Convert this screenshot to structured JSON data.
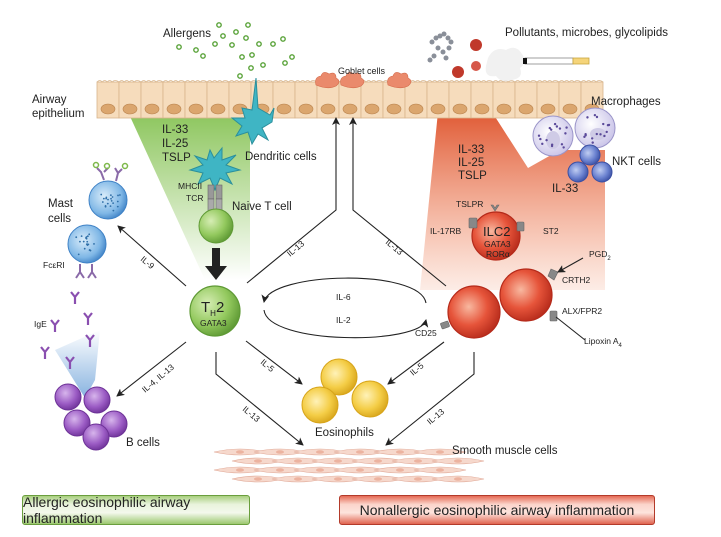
{
  "diagram": {
    "title_labels": {
      "allergens": "Allergens",
      "pollutants": "Pollutants, microbes, glycolipids",
      "airway_epithelium_line1": "Airway",
      "airway_epithelium_line2": "epithelium",
      "goblet_cells": "Goblet cells",
      "macrophages": "Macrophages",
      "nkt_cells": "NKT cells",
      "dendritic_cells": "Dendritic cells",
      "naive_t_cell": "Naive T cell",
      "mast_cells_line1": "Mast",
      "mast_cells_line2": "cells",
      "b_cells": "B cells",
      "eosinophils": "Eosinophils",
      "smooth_muscle_cells": "Smooth muscle cells"
    },
    "cytokines_left": [
      "IL-33",
      "IL-25",
      "TSLP"
    ],
    "cytokines_right": [
      "IL-33",
      "IL-25",
      "TSLP"
    ],
    "nkt_il33": "IL-33",
    "receptors": {
      "mhcii": "MHCII",
      "tcr": "TCR",
      "fceri": "FcεRI",
      "ige": "IgE",
      "tslpr": "TSLPR",
      "il17rb": "IL-17RB",
      "st2": "ST2",
      "crth2": "CRTH2",
      "alx_fpr2": "ALX/FPR2",
      "cd25": "CD25"
    },
    "mediators": {
      "pgd2": "PGD",
      "pgd2_sub": "2",
      "lipoxin": "Lipoxin A",
      "lipoxin_sub": "4"
    },
    "th2": {
      "name": "T",
      "sub": "H",
      "num": "2",
      "factor": "GATA3"
    },
    "ilc2": {
      "name": "ILC2",
      "factor1": "GATA3",
      "factor2": "RORα"
    },
    "arrows": {
      "il9": "IL-9",
      "il4_il13": "IL-4, IL-13",
      "il5_left": "IL-5",
      "il13_left_down": "IL-13",
      "il13_left_up": "IL-13",
      "il13_right_up": "IL-13",
      "il6": "IL-6",
      "il2": "IL-2",
      "il5_right": "IL-5",
      "il13_right_down": "IL-13"
    }
  },
  "legend": {
    "allergic": "Allergic eosinophilic airway inflammation",
    "nonallergic": "Nonallergic eosinophilic airway inflammation"
  },
  "colors": {
    "allergic_green": "#7db84a",
    "nonallergic_red": "#d9412b",
    "epithelium": "#f6dcbc",
    "eosinophil": "#f2c53a",
    "b_cell": "#8a4fb0",
    "mast_cell": "#5aa3d9",
    "dendritic": "#3fb5c4"
  }
}
